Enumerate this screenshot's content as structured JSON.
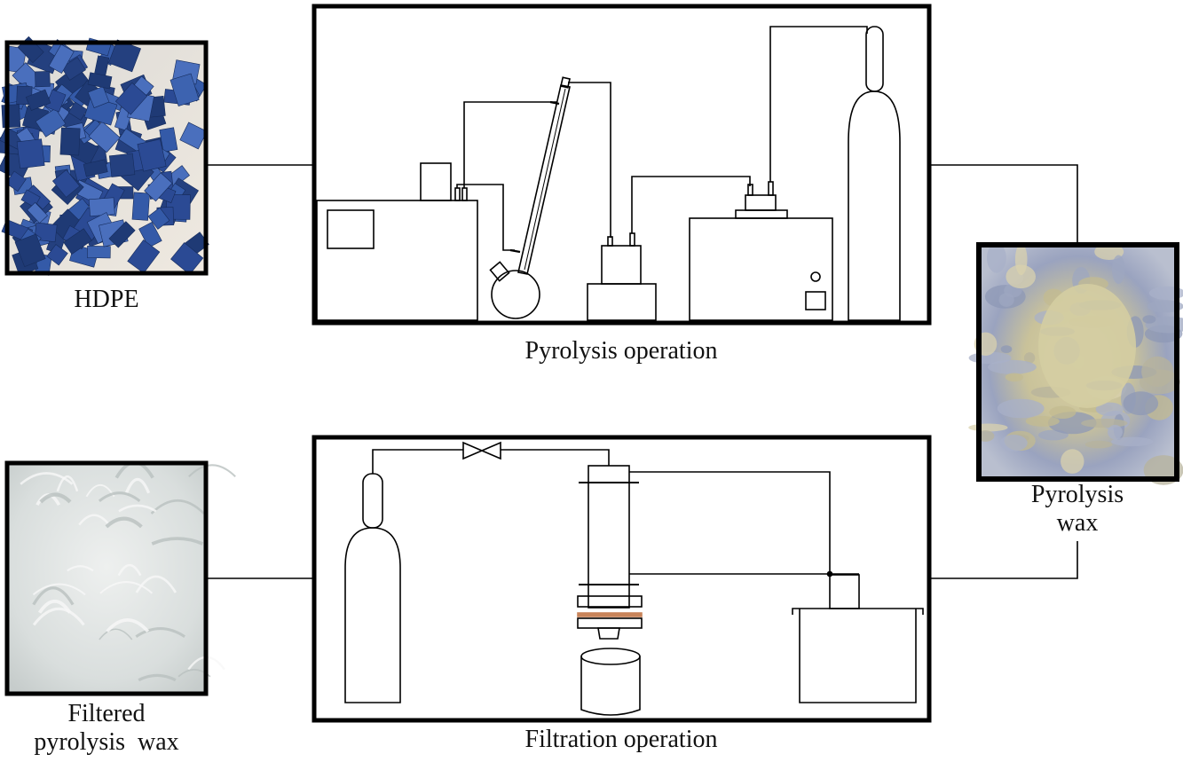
{
  "labels": {
    "hdpe": "HDPE",
    "pyrolysis_operation": "Pyrolysis operation",
    "pyrolysis_wax_line1": "Pyrolysis",
    "pyrolysis_wax_line2": "wax",
    "filtered_wax_line1": "Filtered",
    "filtered_wax_line2": "pyrolysis  wax",
    "filtration_operation": "Filtration operation"
  },
  "colors": {
    "frame": "#000000",
    "hdpe_flakes": "#2f4f9a",
    "hdpe_background": "#e9e4dc",
    "pyrolysis_wax_blue": "#8c98b8",
    "pyrolysis_wax_cream": "#cfc7a0",
    "filtered_wax": "#dfe3e2",
    "filter_membrane": "#c8845a"
  }
}
